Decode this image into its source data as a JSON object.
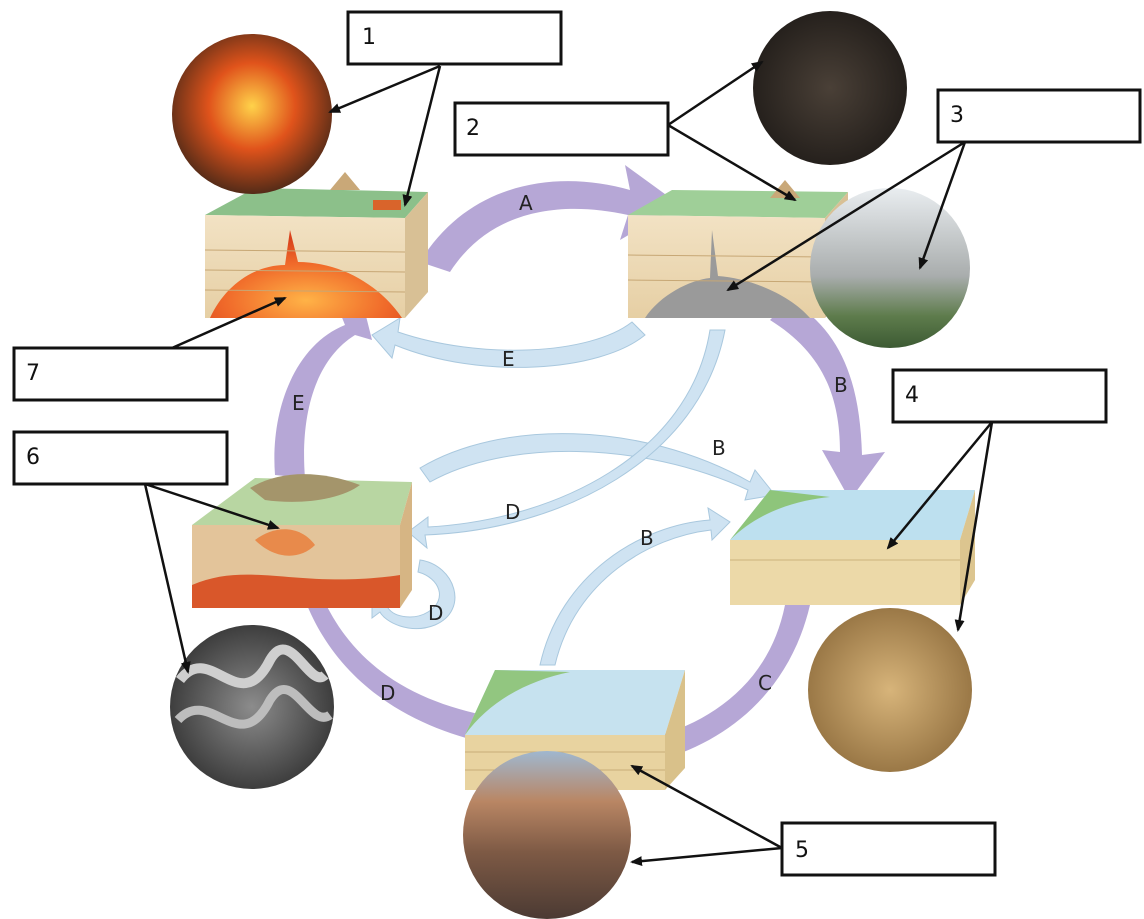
{
  "labels": [
    {
      "number": "1"
    },
    {
      "number": "2"
    },
    {
      "number": "3"
    },
    {
      "number": "4"
    },
    {
      "number": "5"
    },
    {
      "number": "6"
    },
    {
      "number": "7"
    }
  ],
  "arrow_letters": {
    "top_A": "A",
    "top_return_E": "E",
    "right_B": "B",
    "cross_B": "B",
    "inner_B": "B",
    "cross_D": "D",
    "loop_D": "D",
    "bottom_C": "C",
    "bottom_D": "D",
    "left_E": "E"
  },
  "colors": {
    "main_arrow": "#b6a7d6",
    "secondary_arrow": "#cfe3f2",
    "box_stroke": "#111111"
  }
}
